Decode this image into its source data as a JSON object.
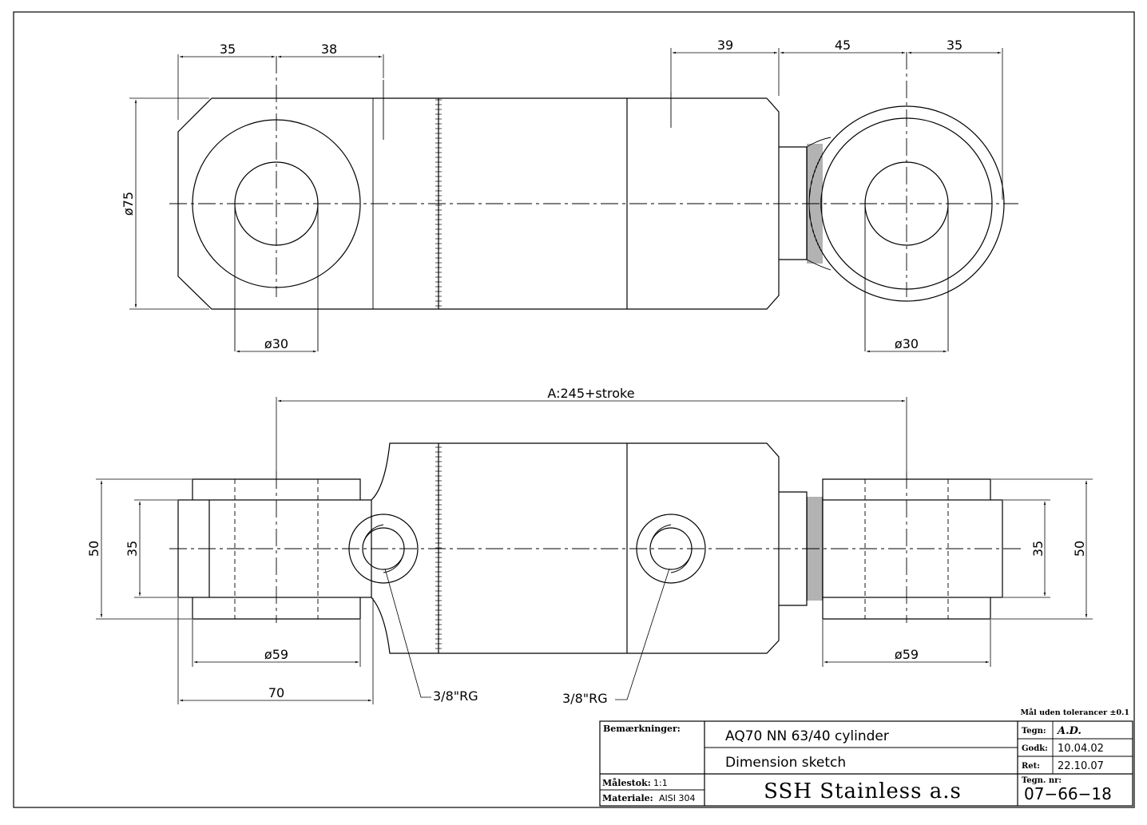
{
  "top_view": {
    "dims": {
      "d35_left": "35",
      "d38": "38",
      "d39": "39",
      "d45": "45",
      "d35_right": "35",
      "dia75": "ø75",
      "dia30_left": "ø30",
      "dia30_right": "ø30"
    }
  },
  "bottom_view": {
    "dims": {
      "stroke": "A:245+stroke",
      "d50_left": "50",
      "d35_left": "35",
      "d35_right": "35",
      "d50_right": "50",
      "dia59_left": "ø59",
      "dia59_right": "ø59",
      "d70": "70"
    },
    "ports": {
      "left": "3/8\"RG",
      "right": "3/8\"RG"
    }
  },
  "title_block": {
    "tolerance_note": "Mål uden tolerancer ±0.1",
    "remarks_label": "Bemærkninger:",
    "title": "AQ70 NN 63/40 cylinder",
    "subtitle": "Dimension sketch",
    "scale_label": "Målestok:",
    "scale_value": "1:1",
    "material_label": "Materiale:",
    "material_value": "AISI 304",
    "company": "SSH Stainless a.s",
    "drawn_label": "Tegn:",
    "drawn_value": "A.D.",
    "approved_label": "Godk:",
    "approved_value": "10.04.02",
    "revised_label": "Ret:",
    "revised_value": "22.10.07",
    "drawing_no_label": "Tegn. nr:",
    "drawing_no_value": "07−66−18"
  }
}
